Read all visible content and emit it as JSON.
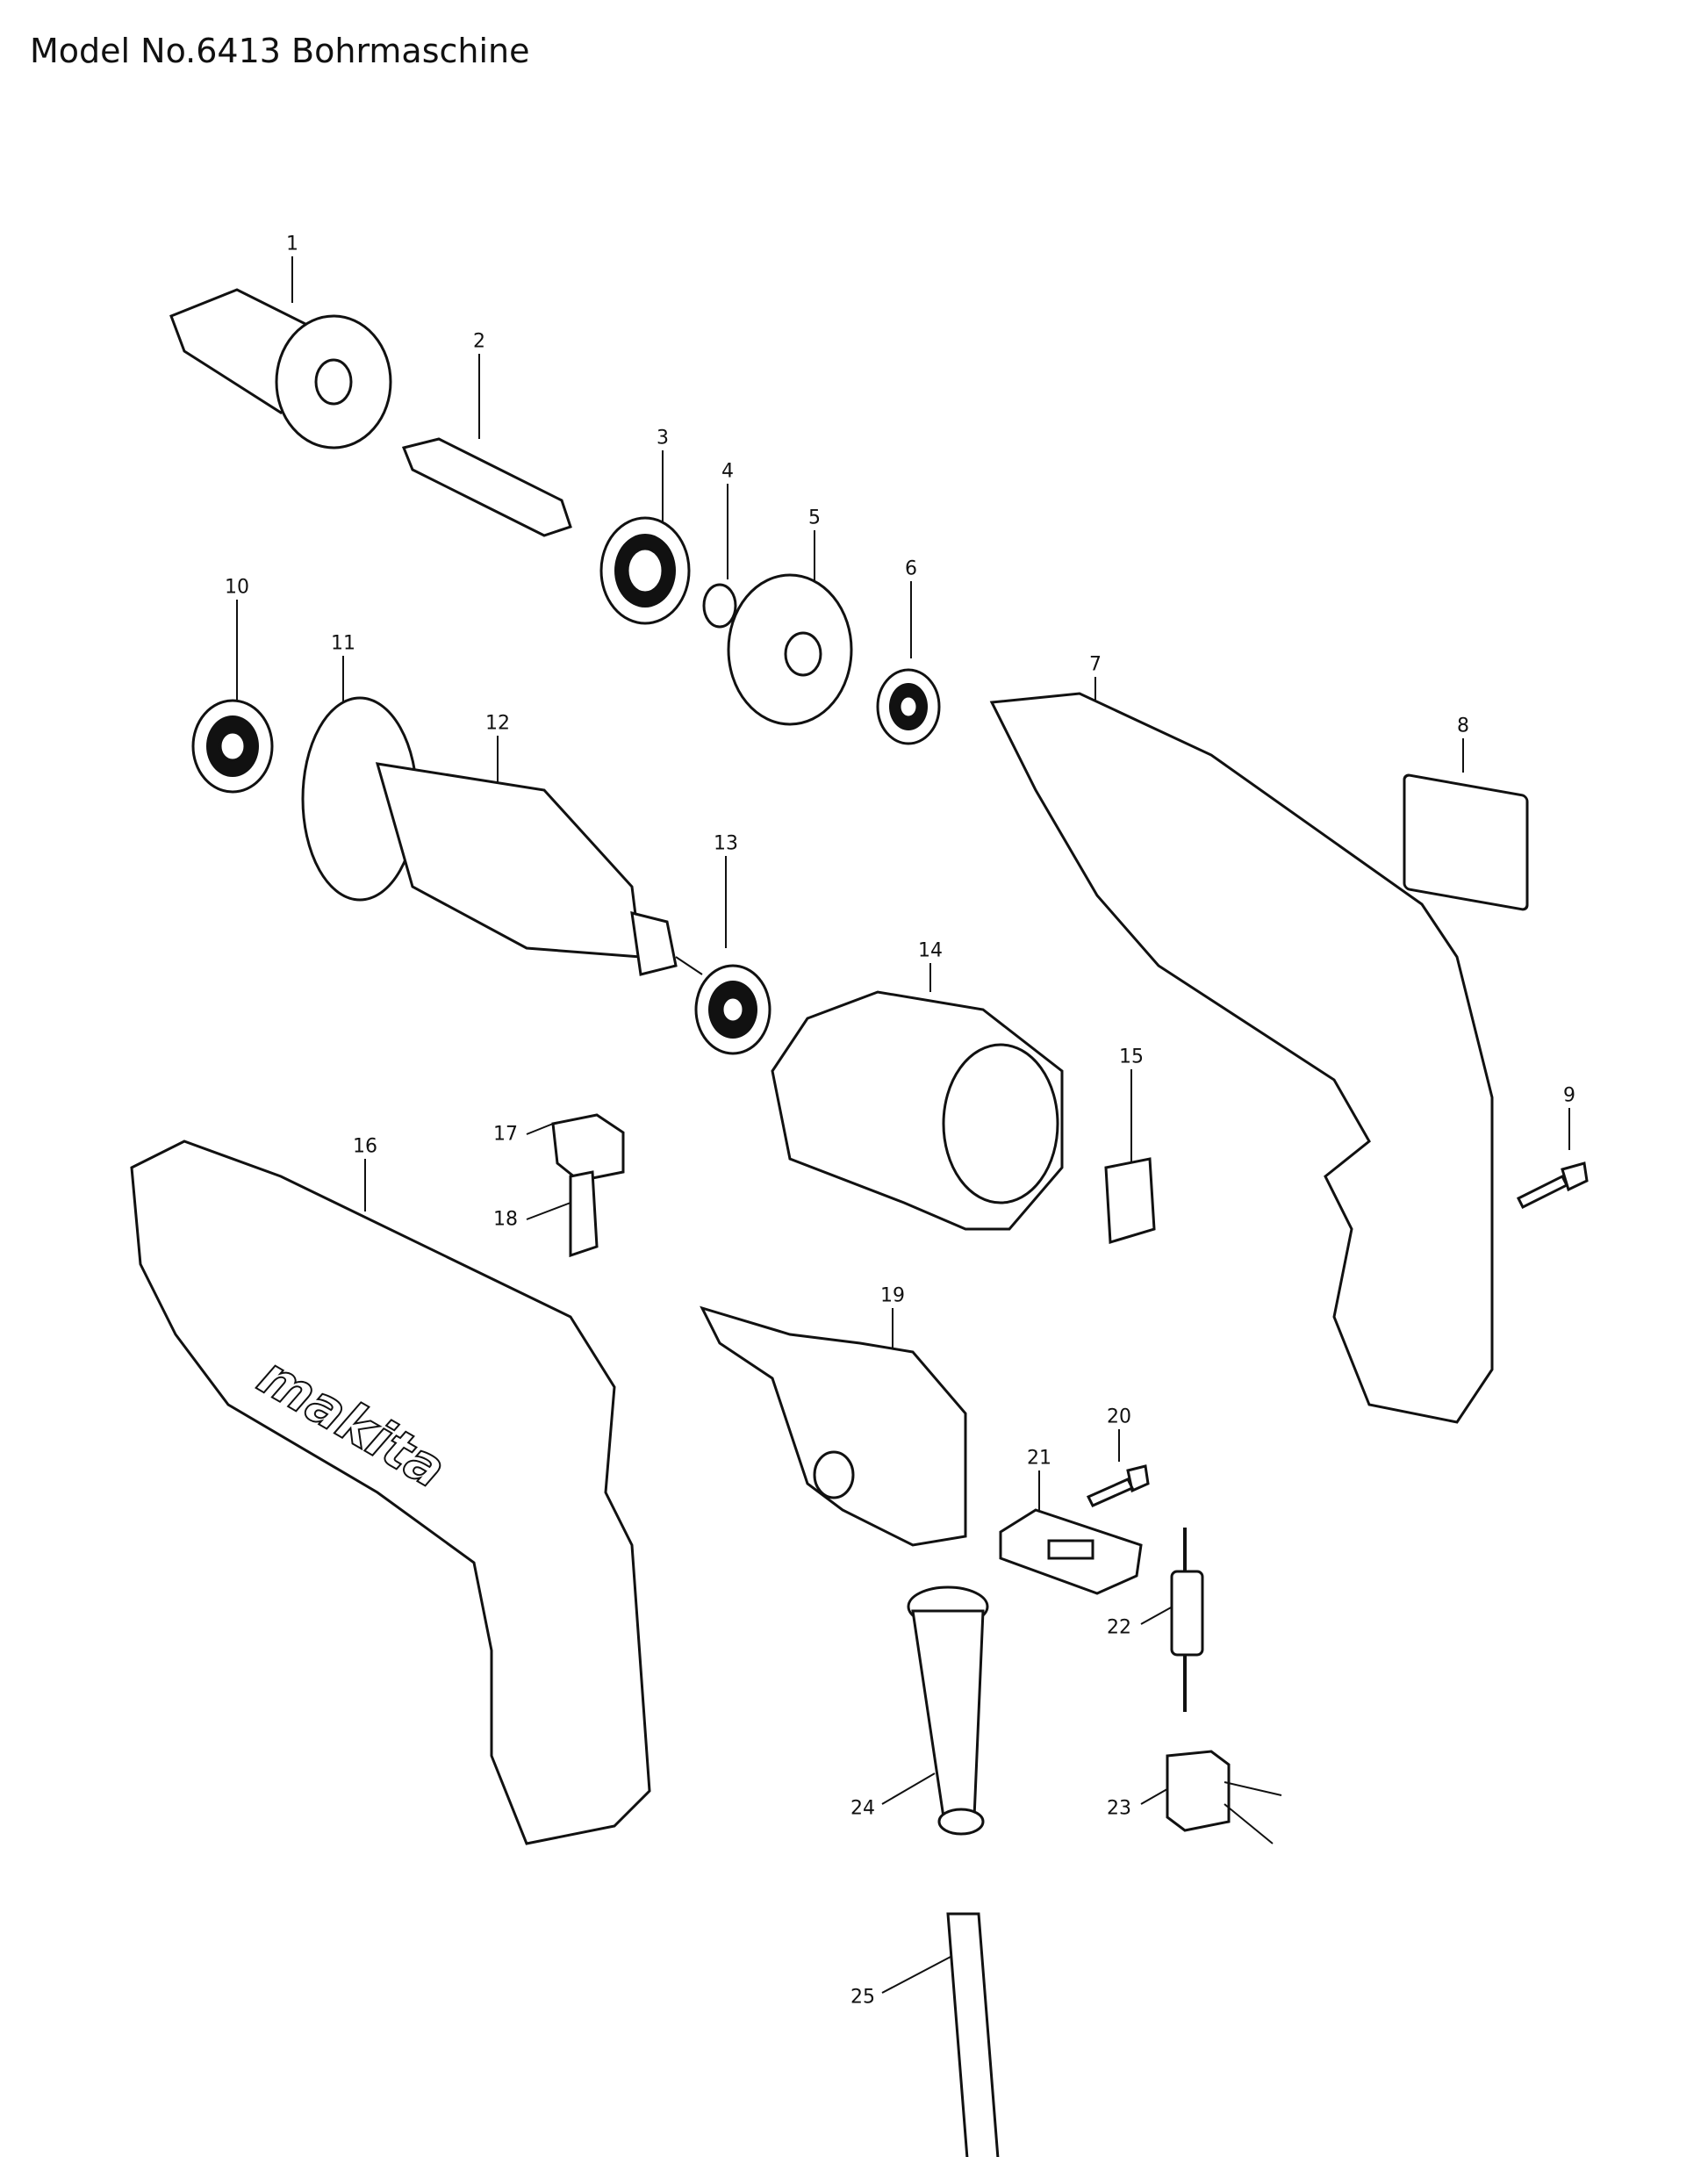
{
  "title": "Model No.6413 Bohrmaschine",
  "part_labels": [
    "1",
    "2",
    "3",
    "4",
    "5",
    "6",
    "7",
    "8",
    "9",
    "10",
    "11",
    "12",
    "13",
    "14",
    "15",
    "16",
    "17",
    "18",
    "19",
    "20",
    "21",
    "22",
    "23",
    "24",
    "25"
  ],
  "logo_text": "makita"
}
